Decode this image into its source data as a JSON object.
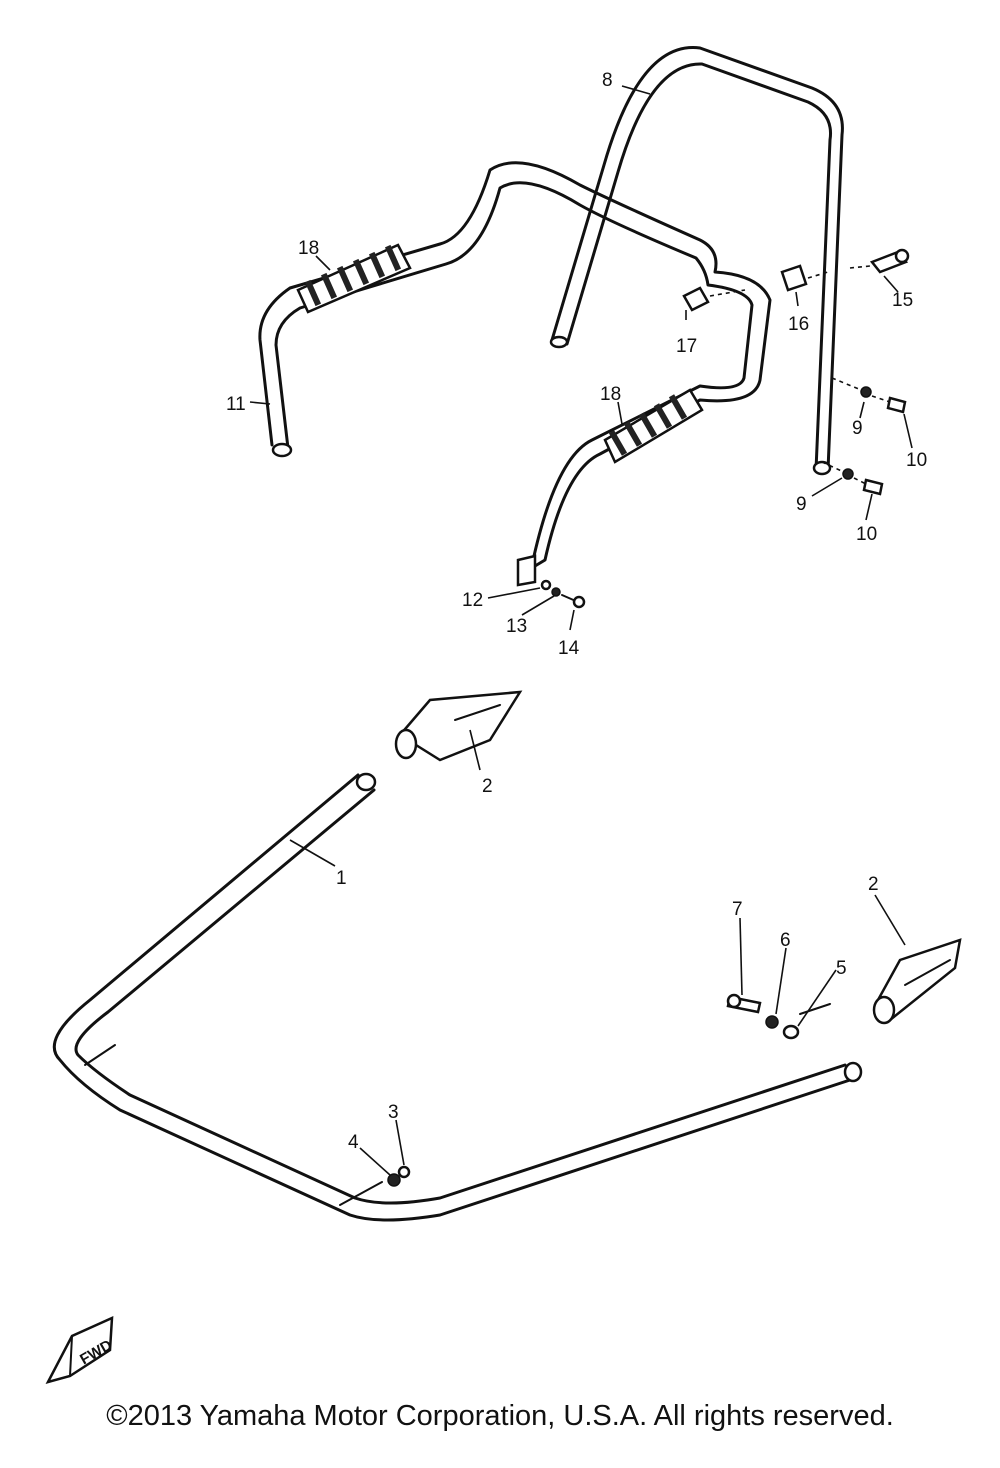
{
  "callouts": {
    "c1": "1",
    "c2a": "2",
    "c2b": "2",
    "c3": "3",
    "c4": "4",
    "c5": "5",
    "c6": "6",
    "c7": "7",
    "c8": "8",
    "c9a": "9",
    "c9b": "9",
    "c10a": "10",
    "c10b": "10",
    "c11": "11",
    "c12": "12",
    "c13": "13",
    "c14": "14",
    "c15": "15",
    "c16": "16",
    "c17": "17",
    "c18a": "18",
    "c18b": "18"
  },
  "fwd_label": "FWD",
  "copyright": "©2013 Yamaha Motor Corporation, U.S.A. All rights reserved."
}
